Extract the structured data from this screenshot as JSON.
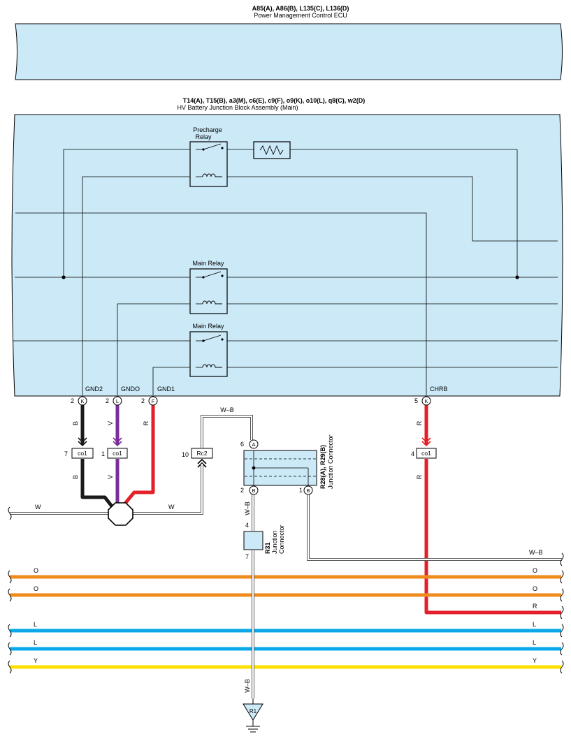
{
  "ecu": {
    "codes": "A85(A), A86(B), L135(C), L136(D)",
    "name": "Power Management Control ECU"
  },
  "junction_block": {
    "codes": "T14(A), T15(B), a3(M), c6(E), c9(F), o9(K), o10(L), q8(C), w2(D)",
    "name": "HV Battery Junction Block Assembly (Main)"
  },
  "relays": {
    "precharge_line1": "Precharge",
    "precharge_line2": "Relay",
    "main1": "Main Relay",
    "main2": "Main Relay"
  },
  "pins": {
    "gnd2": {
      "label": "GND2",
      "num": "2",
      "conn": "K",
      "wire": "B"
    },
    "gndo": {
      "label": "GNDO",
      "num": "2",
      "conn": "L",
      "wire": "V"
    },
    "gnd1": {
      "label": "GND1",
      "num": "2",
      "conn": "F",
      "wire": "R"
    },
    "chrb": {
      "label": "CHRB",
      "num": "5",
      "conn": "K",
      "wire": "R"
    }
  },
  "co1": {
    "label": "co1",
    "pin_gnd2": "7",
    "pin_gndo": "1",
    "pin_chrb": "4",
    "wire_gnd2": "B",
    "wire_gndo": "V",
    "wire_chrb": "R"
  },
  "rc2": {
    "label": "Rc2",
    "pin": "10",
    "wire_top": "W–B"
  },
  "r28": {
    "title": "R28(A), R29(B)",
    "subtitle": "Junction Connector",
    "pin_a_num": "6",
    "pin_a": "A",
    "pin_b1_num": "2",
    "pin_b1": "B",
    "pin_b2_num": "1",
    "pin_b2": "B"
  },
  "r31": {
    "title": "R31",
    "subtitle_1": "Junction",
    "subtitle_2": "Connector",
    "pin_top": "4",
    "pin_bottom": "7",
    "wire_top": "W–B",
    "wire_bottom": "W–B"
  },
  "ground": {
    "label": "R1"
  },
  "bus_wires": {
    "w_left": "W",
    "w_right": "W",
    "wb_right": "W–B",
    "o1_left": "O",
    "o1_right": "O",
    "o2_left": "O",
    "o2_right": "O",
    "r_right": "R",
    "l1_left": "L",
    "l1_right": "L",
    "l2_left": "L",
    "l2_right": "L",
    "y_left": "Y",
    "y_right": "Y"
  },
  "colors": {
    "box_fill": "#cbe9f7",
    "black": "#1a1a1a",
    "violet": "#7a2e9a",
    "red": "#e3202a",
    "orange": "#ef8c1e",
    "blue": "#0aa8e8",
    "yellow": "#ffe000"
  }
}
